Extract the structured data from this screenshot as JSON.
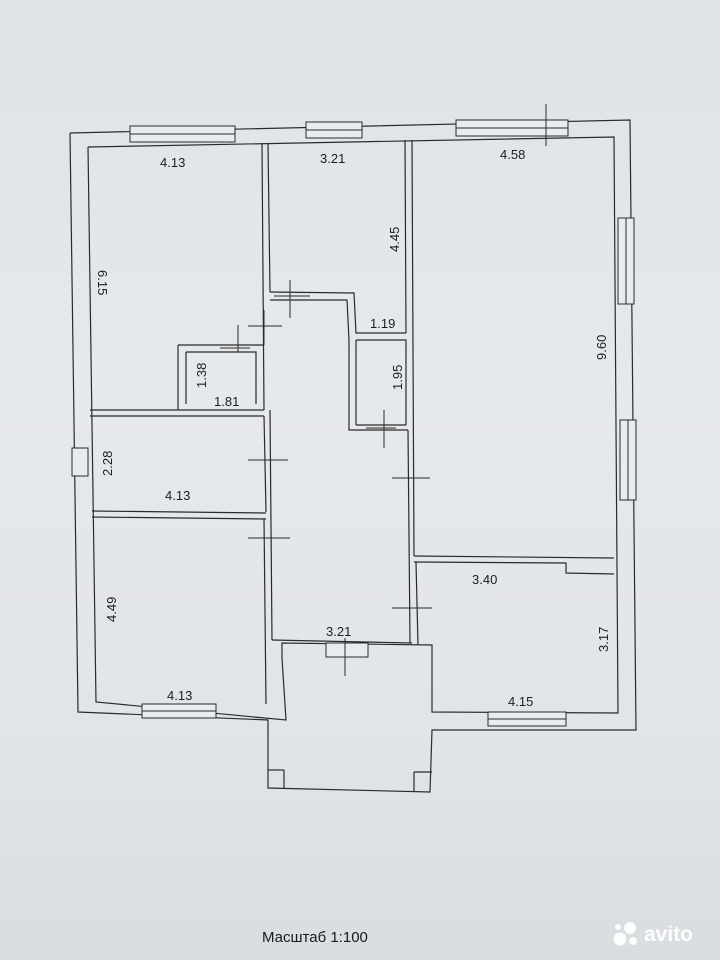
{
  "dimensions": {
    "room_nw_width": "4.13",
    "room_nw_height": "6.15",
    "room_top_center_width": "3.21",
    "room_top_center_height": "4.45",
    "corridor_notch": "1.19",
    "room_ne_width": "4.58",
    "room_ne_height": "9.60",
    "closet_height": "1.38",
    "closet_width": "1.81",
    "bath_height": "1.95",
    "room_w_mid_height": "2.28",
    "room_w_mid_width": "4.13",
    "room_sw_height": "4.49",
    "room_sw_width": "4.13",
    "porch_width": "3.21",
    "room_se_width": "3.40",
    "room_se_height": "3.17",
    "room_se_bottom_width": "4.15"
  },
  "scale": {
    "label": "Масштаб 1:100"
  },
  "watermark": {
    "name": "avito",
    "icon": "avito-logo-icon",
    "color": "#ffffff"
  }
}
